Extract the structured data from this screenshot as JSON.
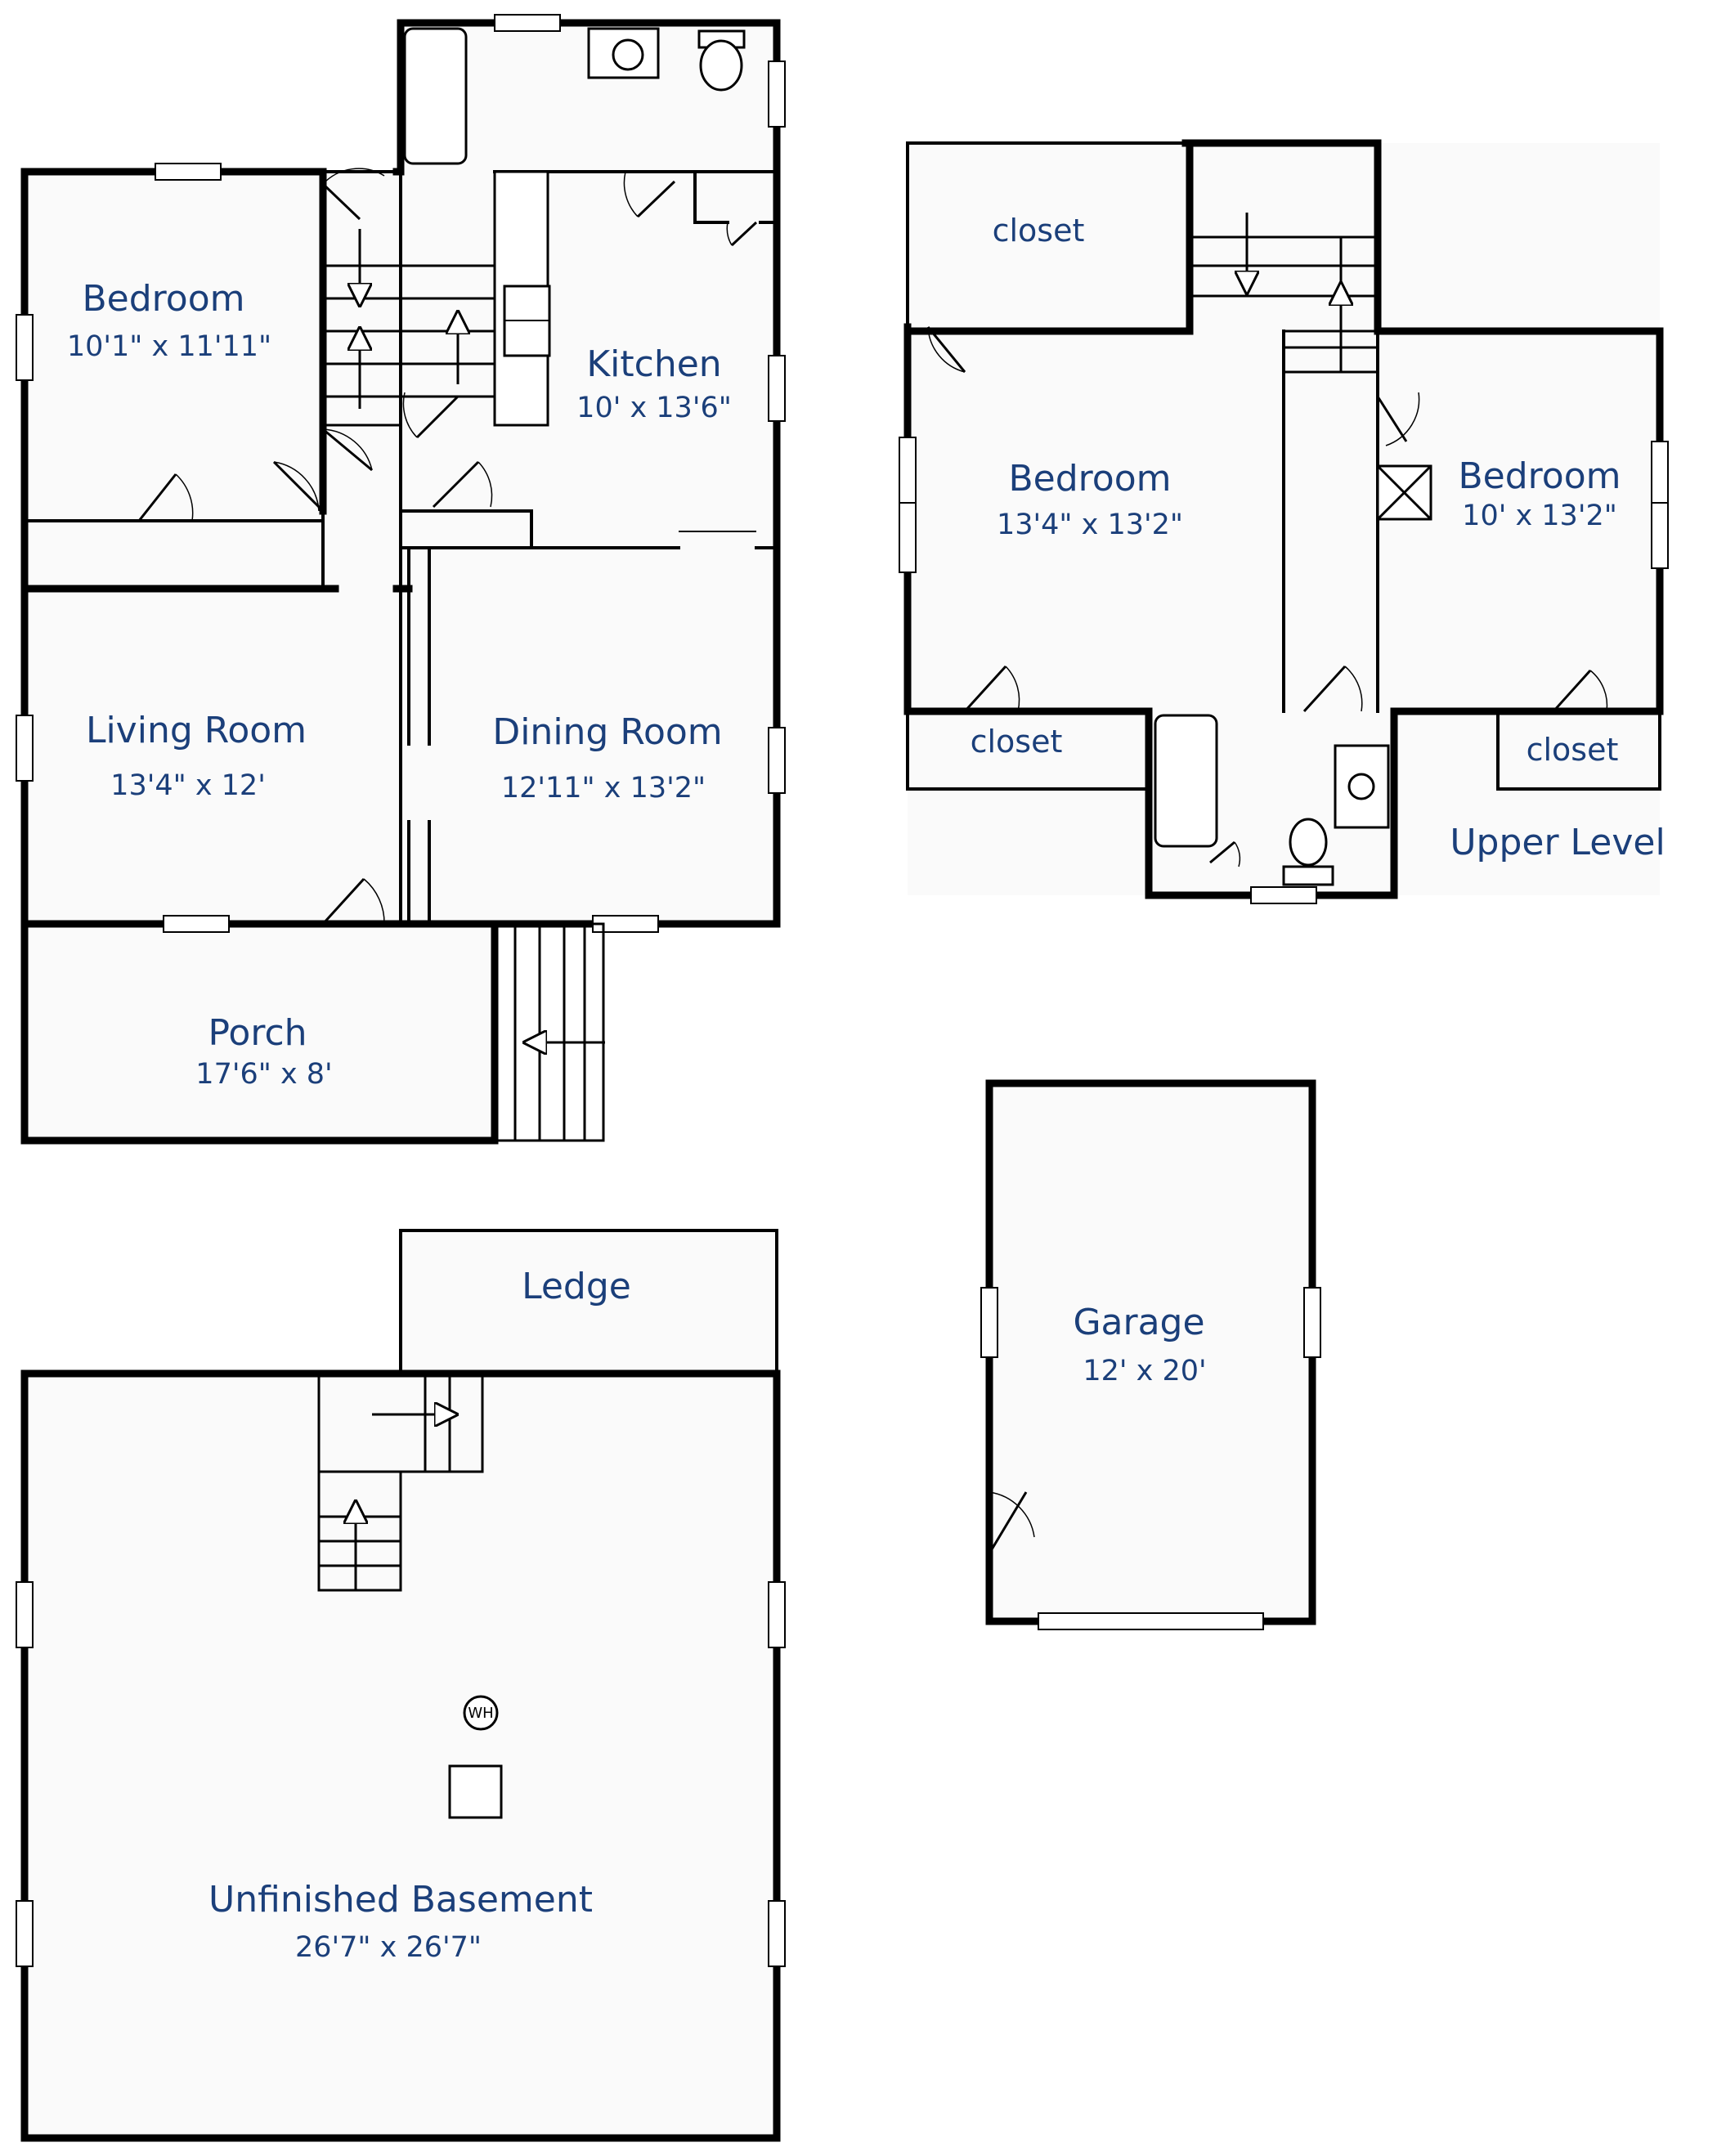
{
  "colors": {
    "label": "#1b3f7a",
    "wall": "#000000",
    "floor": "#fafafa"
  },
  "main_level": {
    "bedroom": {
      "name": "Bedroom",
      "dims": "10'1\" x 11'11\""
    },
    "kitchen": {
      "name": "Kitchen",
      "dims": "10' x 13'6\""
    },
    "living_room": {
      "name": "Living Room",
      "dims": "13'4\" x 12'"
    },
    "dining_room": {
      "name": "Dining Room",
      "dims": "12'11\" x 13'2\""
    },
    "porch": {
      "name": "Porch",
      "dims": "17'6\" x 8'"
    }
  },
  "upper_level": {
    "title": "Upper Level",
    "closet_top": "closet",
    "bedroom_left": {
      "name": "Bedroom",
      "dims": "13'4\" x 13'2\""
    },
    "bedroom_right": {
      "name": "Bedroom",
      "dims": "10' x 13'2\""
    },
    "closet_bottom_left": "closet",
    "closet_bottom_right": "closet"
  },
  "basement": {
    "ledge": "Ledge",
    "name": "Unfinished Basement",
    "dims": "26'7\" x 26'7\"",
    "water_heater": "WH"
  },
  "garage": {
    "name": "Garage",
    "dims": "12' x 20'"
  }
}
